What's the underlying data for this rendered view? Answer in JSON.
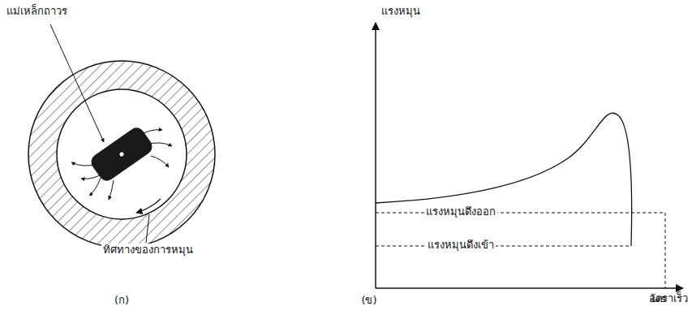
{
  "diagram": {
    "labels": [
      "แม่เหล็กถาวร",
      "ทิศทางของการหมุน",
      "(ก)",
      "แรงหมุน",
      "แรงหมุนดึงออก",
      "แรงหมุนดึงเข้า",
      "ωs",
      "อัตราเร็ว",
      "(ข)"
    ]
  }
}
